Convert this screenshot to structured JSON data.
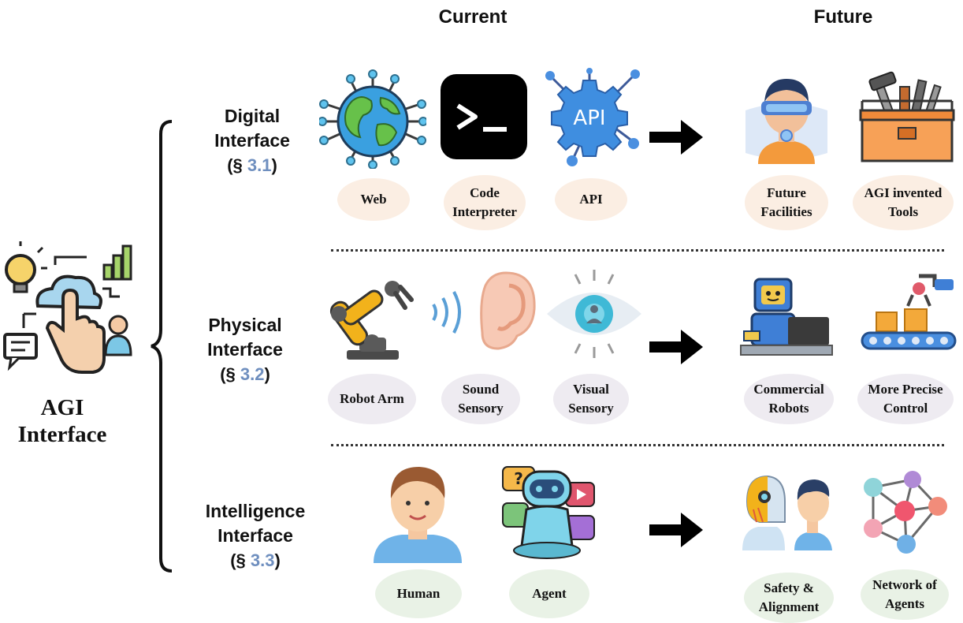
{
  "headers": {
    "current": "Current",
    "future": "Future"
  },
  "agi": {
    "line1": "AGI",
    "line2": "Interface"
  },
  "rows": [
    {
      "title_line1": "Digital",
      "title_line2": "Interface",
      "sec_prefix": "(§ ",
      "sec_num": "3.1",
      "sec_suffix": ")",
      "current": [
        {
          "label_line1": "Web",
          "label_line2": "",
          "icon": "globe-network-icon"
        },
        {
          "label_line1": "Code",
          "label_line2": "Interpreter",
          "icon": "terminal-icon"
        },
        {
          "label_line1": "API",
          "label_line2": "",
          "icon": "api-gear-icon"
        }
      ],
      "future": [
        {
          "label_line1": "Future",
          "label_line2": "Facilities",
          "icon": "vr-headset-person-icon"
        },
        {
          "label_line1": "AGI invented",
          "label_line2": "Tools",
          "icon": "toolbox-icon"
        }
      ]
    },
    {
      "title_line1": "Physical",
      "title_line2": "Interface",
      "sec_prefix": "(§ ",
      "sec_num": "3.2",
      "sec_suffix": ")",
      "current": [
        {
          "label_line1": "Robot Arm",
          "label_line2": "",
          "icon": "robot-arm-icon"
        },
        {
          "label_line1": "Sound",
          "label_line2": "Sensory",
          "icon": "ear-icon"
        },
        {
          "label_line1": "Visual",
          "label_line2": "Sensory",
          "icon": "eye-icon"
        }
      ],
      "future": [
        {
          "label_line1": "Commercial",
          "label_line2": "Robots",
          "icon": "robot-laptop-icon"
        },
        {
          "label_line1": "More Precise",
          "label_line2": "Control",
          "icon": "conveyor-robot-icon"
        }
      ]
    },
    {
      "title_line1": "Intelligence",
      "title_line2": "Interface",
      "sec_prefix": "(§ ",
      "sec_num": "3.3",
      "sec_suffix": ")",
      "current": [
        {
          "label_line1": "Human",
          "label_line2": "",
          "icon": "human-avatar-icon"
        },
        {
          "label_line1": "Agent",
          "label_line2": "",
          "icon": "robot-agent-icon"
        }
      ],
      "future": [
        {
          "label_line1": "Safety &",
          "label_line2": "Alignment",
          "icon": "robot-and-human-icon"
        },
        {
          "label_line1": "Network of",
          "label_line2": "Agents",
          "icon": "agent-network-icon"
        }
      ]
    }
  ],
  "colors": {
    "section_number": "#6f8fbf",
    "pill_digital": "#fbeee3",
    "pill_physical": "#eeebf1",
    "pill_intelligence": "#e9f2e6"
  }
}
